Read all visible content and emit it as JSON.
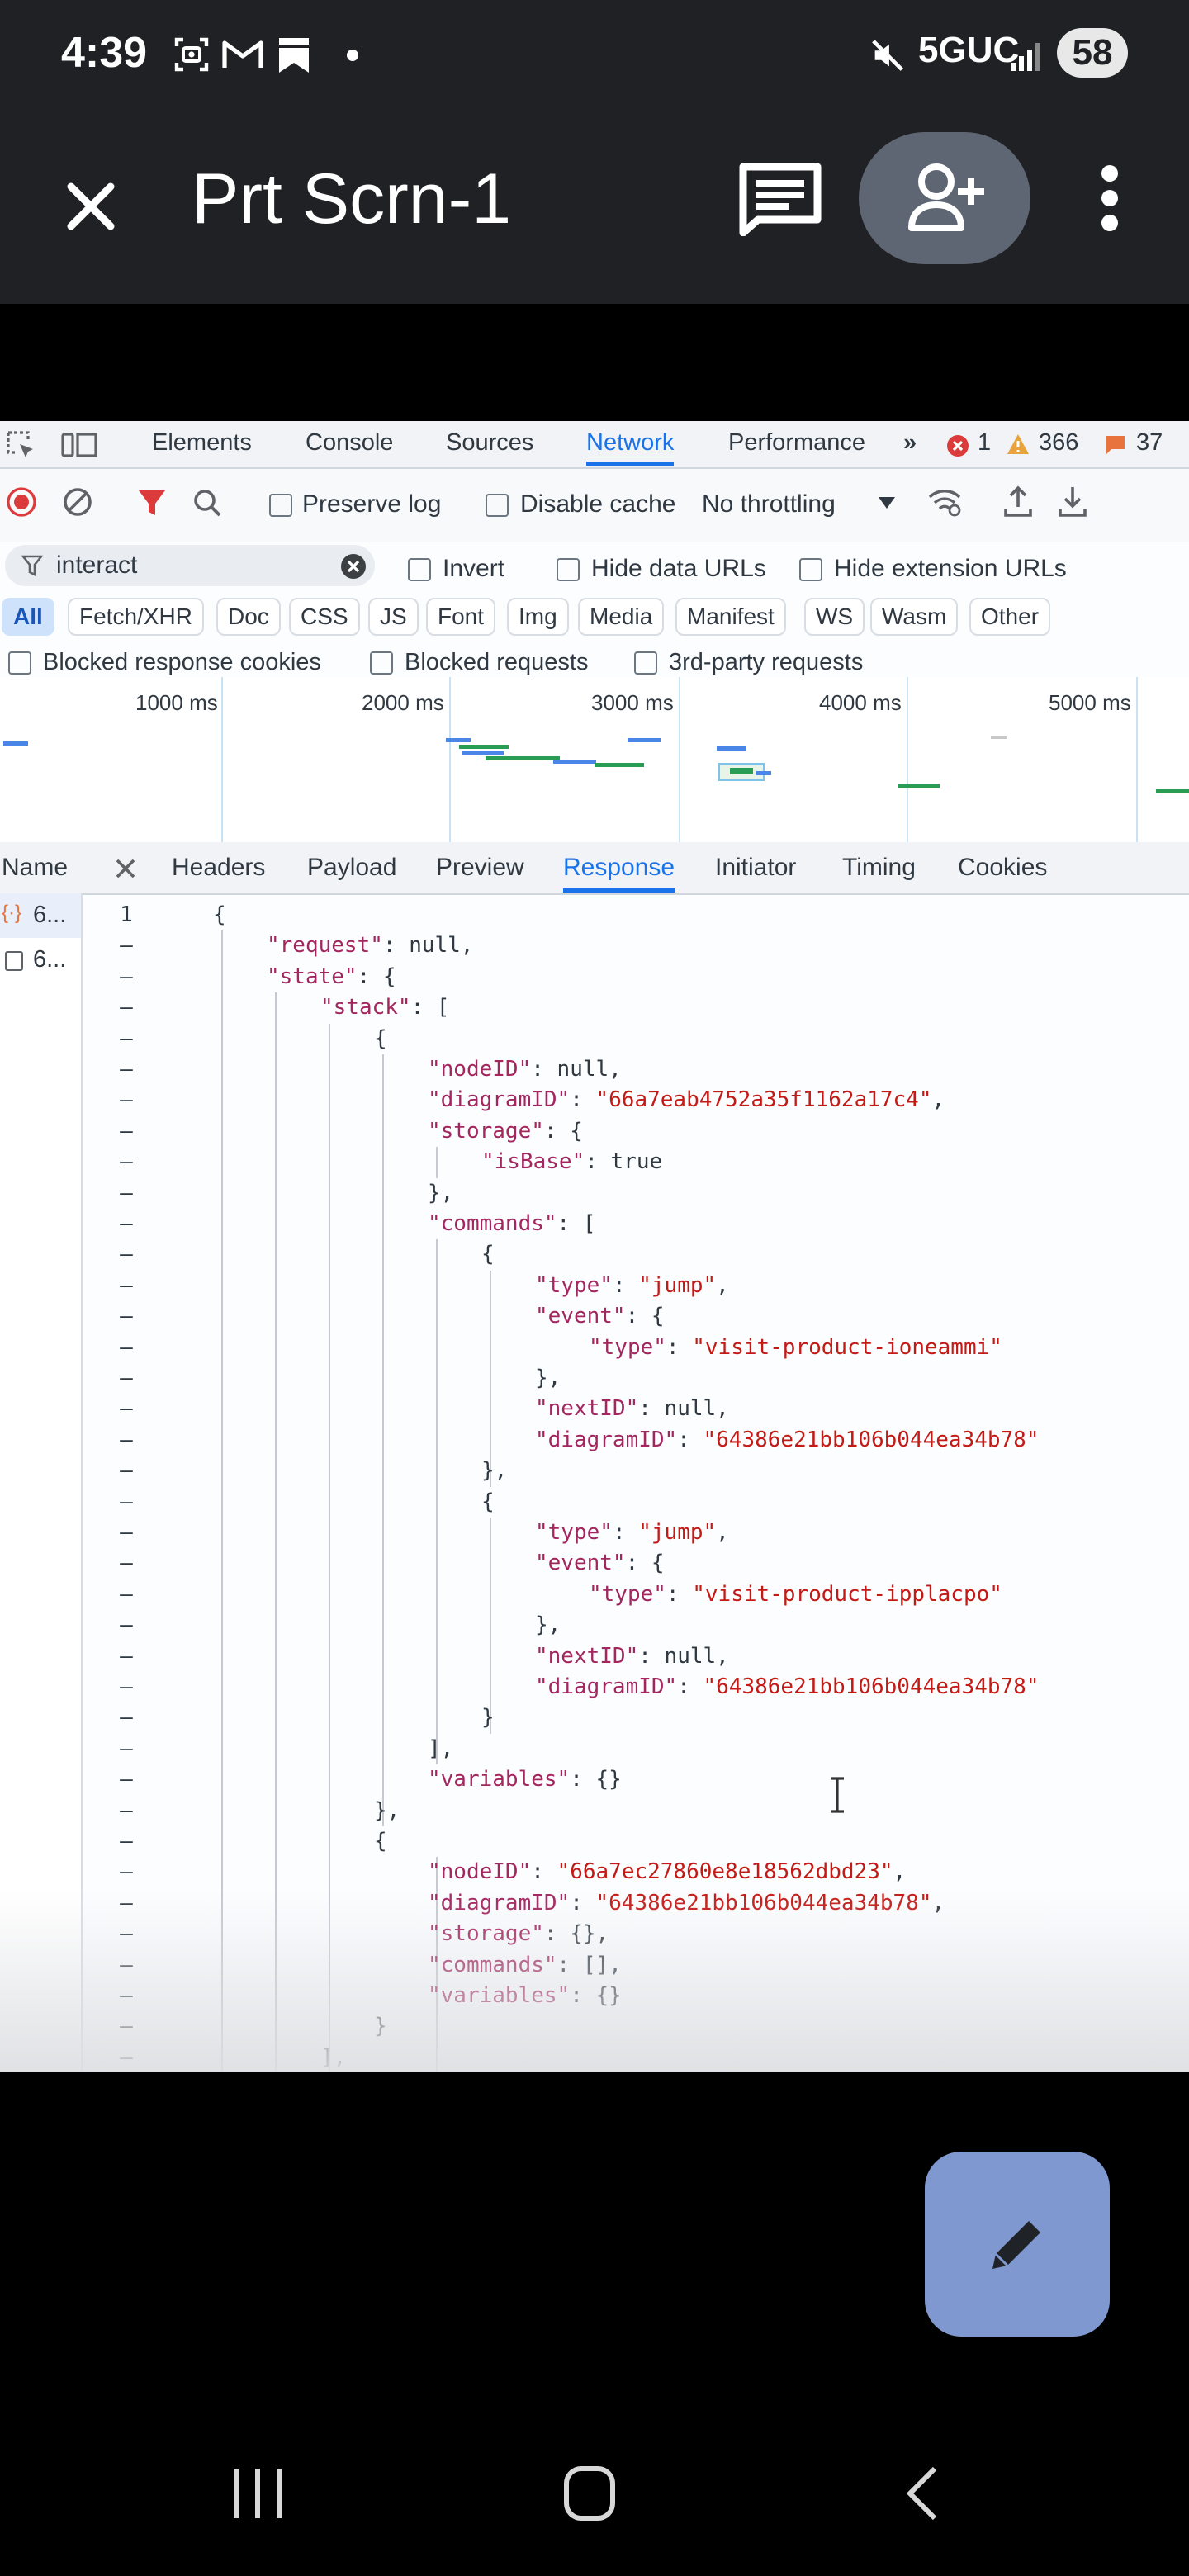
{
  "status_bar": {
    "time": "4:39",
    "network": "5GUC",
    "battery": "58",
    "icons": [
      "screenshot-icon",
      "gmail-icon",
      "bookmark-icon",
      "dot-icon",
      "mute-icon",
      "signal-icon"
    ]
  },
  "app_bar": {
    "title": "Prt Scrn-1",
    "icons": [
      "close-icon",
      "comment-icon",
      "add-person-icon",
      "more-vert-icon"
    ]
  },
  "devtools": {
    "top_tabs": [
      "Elements",
      "Console",
      "Sources",
      "Network",
      "Performance",
      "»"
    ],
    "active_top_tab": "Network",
    "errors": "1",
    "warnings": "366",
    "issues": "37",
    "toolbar": {
      "preserve_log": "Preserve log",
      "disable_cache": "Disable cache",
      "throttling": "No throttling"
    },
    "filter": {
      "value": "interact",
      "invert": "Invert",
      "hide_data_urls": "Hide data URLs",
      "hide_extension_urls": "Hide extension URLs"
    },
    "type_chips": [
      "All",
      "Fetch/XHR",
      "Doc",
      "CSS",
      "JS",
      "Font",
      "Img",
      "Media",
      "Manifest",
      "WS",
      "Wasm",
      "Other"
    ],
    "blocked_row": [
      "Blocked response cookies",
      "Blocked requests",
      "3rd-party requests"
    ],
    "timeline_labels": [
      "1000 ms",
      "2000 ms",
      "3000 ms",
      "4000 ms",
      "5000 ms"
    ],
    "detail_tabs": [
      "Headers",
      "Payload",
      "Preview",
      "Response",
      "Initiator",
      "Timing",
      "Cookies"
    ],
    "active_detail_tab": "Response",
    "name_header": "Name",
    "requests": [
      "6...",
      "6..."
    ],
    "response_lines": [
      {
        "n": "1",
        "indent": 0,
        "parts": [
          [
            "p",
            "{"
          ]
        ]
      },
      {
        "n": "–",
        "indent": 1,
        "parts": [
          [
            "k",
            "\"request\""
          ],
          [
            "p",
            ": null,"
          ]
        ]
      },
      {
        "n": "–",
        "indent": 1,
        "parts": [
          [
            "k",
            "\"state\""
          ],
          [
            "p",
            ": {"
          ]
        ]
      },
      {
        "n": "–",
        "indent": 2,
        "parts": [
          [
            "k",
            "\"stack\""
          ],
          [
            "p",
            ": ["
          ]
        ]
      },
      {
        "n": "–",
        "indent": 3,
        "parts": [
          [
            "p",
            "{"
          ]
        ]
      },
      {
        "n": "–",
        "indent": 4,
        "parts": [
          [
            "k",
            "\"nodeID\""
          ],
          [
            "p",
            ": null,"
          ]
        ]
      },
      {
        "n": "–",
        "indent": 4,
        "parts": [
          [
            "k",
            "\"diagramID\""
          ],
          [
            "p",
            ": "
          ],
          [
            "s",
            "\"66a7eab4752a35f1162a17c4\""
          ],
          [
            "p",
            ","
          ]
        ]
      },
      {
        "n": "–",
        "indent": 4,
        "parts": [
          [
            "k",
            "\"storage\""
          ],
          [
            "p",
            ": {"
          ]
        ]
      },
      {
        "n": "–",
        "indent": 5,
        "parts": [
          [
            "k",
            "\"isBase\""
          ],
          [
            "p",
            ": true"
          ]
        ]
      },
      {
        "n": "–",
        "indent": 4,
        "parts": [
          [
            "p",
            "},"
          ]
        ]
      },
      {
        "n": "–",
        "indent": 4,
        "parts": [
          [
            "k",
            "\"commands\""
          ],
          [
            "p",
            ": ["
          ]
        ]
      },
      {
        "n": "–",
        "indent": 5,
        "parts": [
          [
            "p",
            "{"
          ]
        ]
      },
      {
        "n": "–",
        "indent": 6,
        "parts": [
          [
            "k",
            "\"type\""
          ],
          [
            "p",
            ": "
          ],
          [
            "s",
            "\"jump\""
          ],
          [
            "p",
            ","
          ]
        ]
      },
      {
        "n": "–",
        "indent": 6,
        "parts": [
          [
            "k",
            "\"event\""
          ],
          [
            "p",
            ": {"
          ]
        ]
      },
      {
        "n": "–",
        "indent": 7,
        "parts": [
          [
            "k",
            "\"type\""
          ],
          [
            "p",
            ": "
          ],
          [
            "s",
            "\"visit-product-ioneammi\""
          ]
        ]
      },
      {
        "n": "–",
        "indent": 6,
        "parts": [
          [
            "p",
            "},"
          ]
        ]
      },
      {
        "n": "–",
        "indent": 6,
        "parts": [
          [
            "k",
            "\"nextID\""
          ],
          [
            "p",
            ": null,"
          ]
        ]
      },
      {
        "n": "–",
        "indent": 6,
        "parts": [
          [
            "k",
            "\"diagramID\""
          ],
          [
            "p",
            ": "
          ],
          [
            "s",
            "\"64386e21bb106b044ea34b78\""
          ]
        ]
      },
      {
        "n": "–",
        "indent": 5,
        "parts": [
          [
            "p",
            "},"
          ]
        ]
      },
      {
        "n": "–",
        "indent": 5,
        "parts": [
          [
            "p",
            "{"
          ]
        ]
      },
      {
        "n": "–",
        "indent": 6,
        "parts": [
          [
            "k",
            "\"type\""
          ],
          [
            "p",
            ": "
          ],
          [
            "s",
            "\"jump\""
          ],
          [
            "p",
            ","
          ]
        ]
      },
      {
        "n": "–",
        "indent": 6,
        "parts": [
          [
            "k",
            "\"event\""
          ],
          [
            "p",
            ": {"
          ]
        ]
      },
      {
        "n": "–",
        "indent": 7,
        "parts": [
          [
            "k",
            "\"type\""
          ],
          [
            "p",
            ": "
          ],
          [
            "s",
            "\"visit-product-ipplacpo\""
          ]
        ]
      },
      {
        "n": "–",
        "indent": 6,
        "parts": [
          [
            "p",
            "},"
          ]
        ]
      },
      {
        "n": "–",
        "indent": 6,
        "parts": [
          [
            "k",
            "\"nextID\""
          ],
          [
            "p",
            ": null,"
          ]
        ]
      },
      {
        "n": "–",
        "indent": 6,
        "parts": [
          [
            "k",
            "\"diagramID\""
          ],
          [
            "p",
            ": "
          ],
          [
            "s",
            "\"64386e21bb106b044ea34b78\""
          ]
        ]
      },
      {
        "n": "–",
        "indent": 5,
        "parts": [
          [
            "p",
            "}"
          ]
        ]
      },
      {
        "n": "–",
        "indent": 4,
        "parts": [
          [
            "p",
            "],"
          ]
        ]
      },
      {
        "n": "–",
        "indent": 4,
        "parts": [
          [
            "k",
            "\"variables\""
          ],
          [
            "p",
            ": {}"
          ]
        ]
      },
      {
        "n": "–",
        "indent": 3,
        "parts": [
          [
            "p",
            "},"
          ]
        ]
      },
      {
        "n": "–",
        "indent": 3,
        "parts": [
          [
            "p",
            "{"
          ]
        ]
      },
      {
        "n": "–",
        "indent": 4,
        "parts": [
          [
            "k",
            "\"nodeID\""
          ],
          [
            "p",
            ": "
          ],
          [
            "s",
            "\"66a7ec27860e8e18562dbd23\""
          ],
          [
            "p",
            ","
          ]
        ]
      },
      {
        "n": "–",
        "indent": 4,
        "parts": [
          [
            "k",
            "\"diagramID\""
          ],
          [
            "p",
            ": "
          ],
          [
            "s",
            "\"64386e21bb106b044ea34b78\""
          ],
          [
            "p",
            ","
          ]
        ]
      },
      {
        "n": "–",
        "indent": 4,
        "parts": [
          [
            "k",
            "\"storage\""
          ],
          [
            "p",
            ": {},"
          ]
        ]
      },
      {
        "n": "–",
        "indent": 4,
        "parts": [
          [
            "k",
            "\"commands\""
          ],
          [
            "p",
            ": [],"
          ]
        ]
      },
      {
        "n": "–",
        "indent": 4,
        "parts": [
          [
            "k",
            "\"variables\""
          ],
          [
            "p",
            ": {}"
          ]
        ]
      },
      {
        "n": "–",
        "indent": 3,
        "parts": [
          [
            "p",
            "}"
          ]
        ]
      },
      {
        "n": "–",
        "indent": 2,
        "parts": [
          [
            "p",
            "],"
          ]
        ]
      }
    ]
  },
  "fab": {
    "icon": "edit-icon"
  },
  "nav_bar": {
    "icons": [
      "recents-icon",
      "home-icon",
      "back-icon"
    ]
  },
  "colors": {
    "accent": "#1a73e8",
    "fab": "#7f98d0",
    "json_key": "#a3265f",
    "json_string": "#c41a16"
  }
}
